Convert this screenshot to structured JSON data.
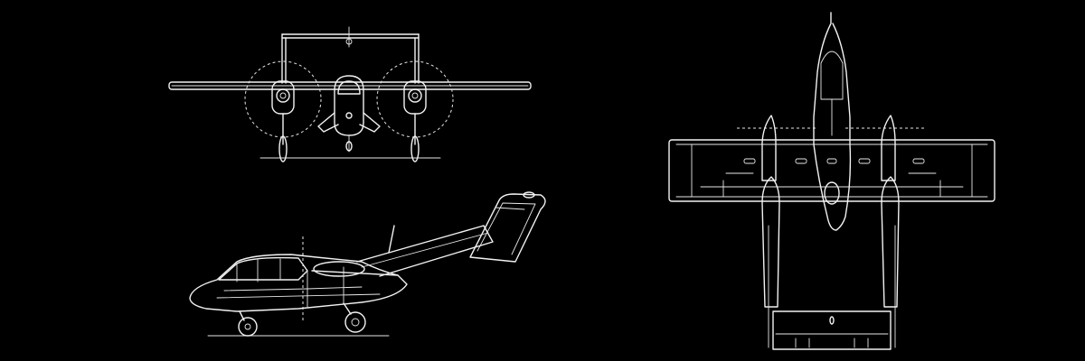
{
  "drawing": {
    "background": "#000000",
    "line_color": "#f2f2f2",
    "views": [
      "front-view",
      "side-view",
      "top-view"
    ]
  }
}
